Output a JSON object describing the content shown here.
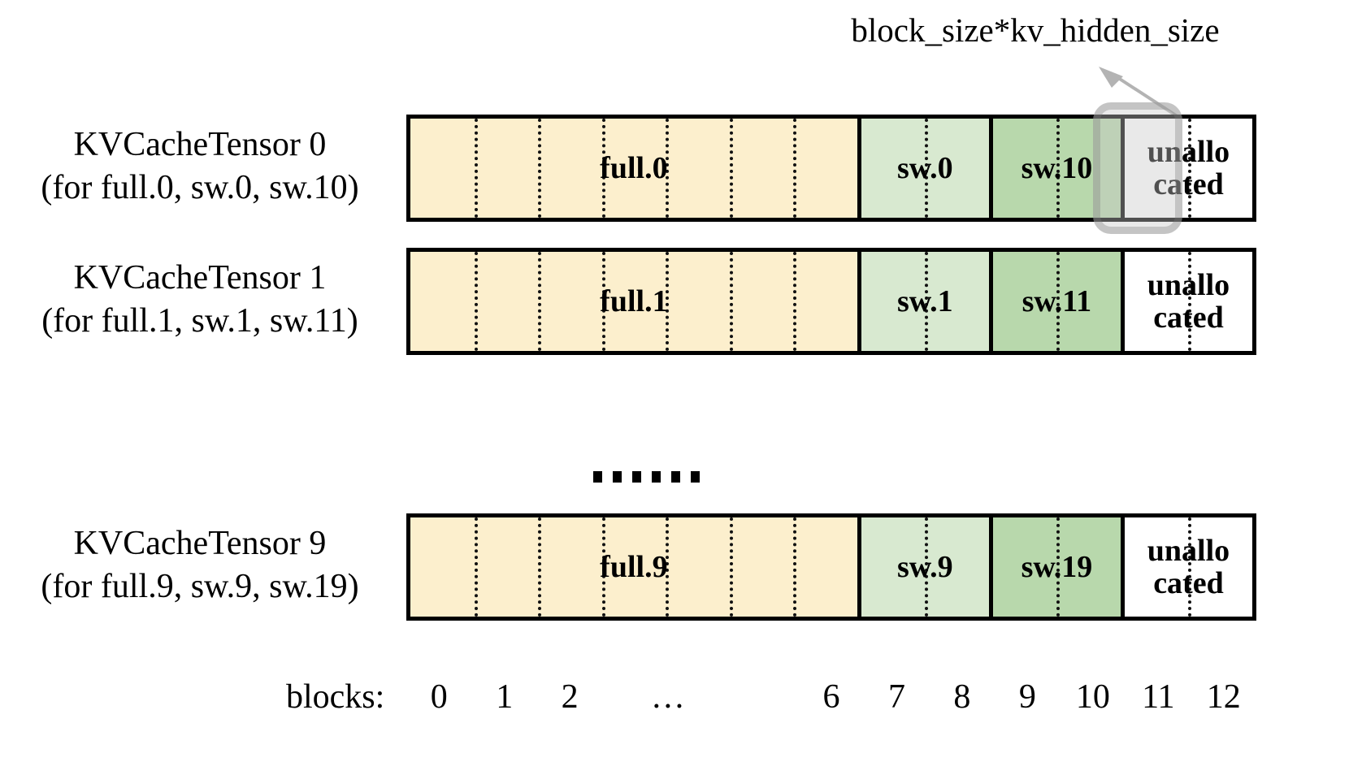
{
  "callout": {
    "label": "block_size*kv_hidden_size",
    "arrow_icon": "arrow-up-left-icon",
    "arrow_color": "#b3b3b3",
    "highlight_color": "#c8c8c8"
  },
  "colors": {
    "full_fill": "#FCEFCD",
    "sw_light_fill": "#D8E9D0",
    "sw_dark_fill": "#B8D8AC",
    "unallocated_fill": "#FFFFFF",
    "border": "#000000",
    "divider": "#111111"
  },
  "rows": [
    {
      "label_line1": "KVCacheTensor 0",
      "label_line2": "(for full.0, sw.0, sw.10)",
      "segments": [
        {
          "text": "full.0",
          "kind": "full",
          "blocks": 7
        },
        {
          "text": "sw.0",
          "kind": "sw-light",
          "blocks": 2
        },
        {
          "text": "sw.10",
          "kind": "sw-dark",
          "blocks": 2
        },
        {
          "text": "unallocated",
          "kind": "unalloc",
          "blocks": 2
        }
      ]
    },
    {
      "label_line1": "KVCacheTensor 1",
      "label_line2": "(for full.1, sw.1, sw.11)",
      "segments": [
        {
          "text": "full.1",
          "kind": "full",
          "blocks": 7
        },
        {
          "text": "sw.1",
          "kind": "sw-light",
          "blocks": 2
        },
        {
          "text": "sw.11",
          "kind": "sw-dark",
          "blocks": 2
        },
        {
          "text": "unallocated",
          "kind": "unalloc",
          "blocks": 2
        }
      ]
    },
    {
      "label_line1": "KVCacheTensor 9",
      "label_line2": "(for full.9, sw.9, sw.19)",
      "segments": [
        {
          "text": "full.9",
          "kind": "full",
          "blocks": 7
        },
        {
          "text": "sw.9",
          "kind": "sw-light",
          "blocks": 2
        },
        {
          "text": "sw.19",
          "kind": "sw-dark",
          "blocks": 2
        },
        {
          "text": "unallocated",
          "kind": "unalloc",
          "blocks": 2
        }
      ]
    }
  ],
  "vertical_ellipsis": {
    "dot_count": 6,
    "meaning": "rows 2 through 8 omitted"
  },
  "blocks_axis": {
    "title": "blocks:",
    "ticks": [
      "0",
      "1",
      "2",
      "…",
      "6",
      "7",
      "8",
      "9",
      "10",
      "11",
      "12"
    ]
  }
}
